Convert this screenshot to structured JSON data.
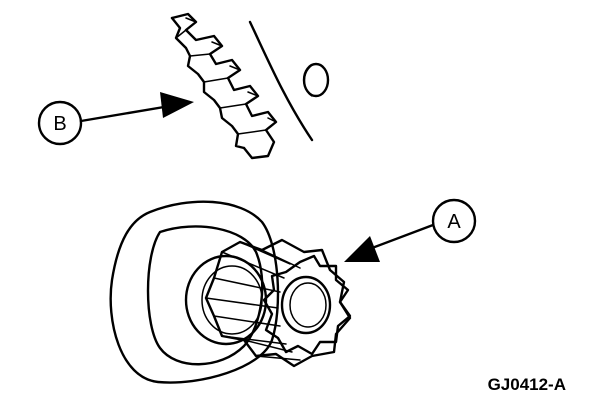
{
  "figure": {
    "callout_a": "A",
    "callout_b": "B",
    "figure_id": "GJ0412-A",
    "colors": {
      "ink": "#000000",
      "paper": "#ffffff"
    }
  }
}
